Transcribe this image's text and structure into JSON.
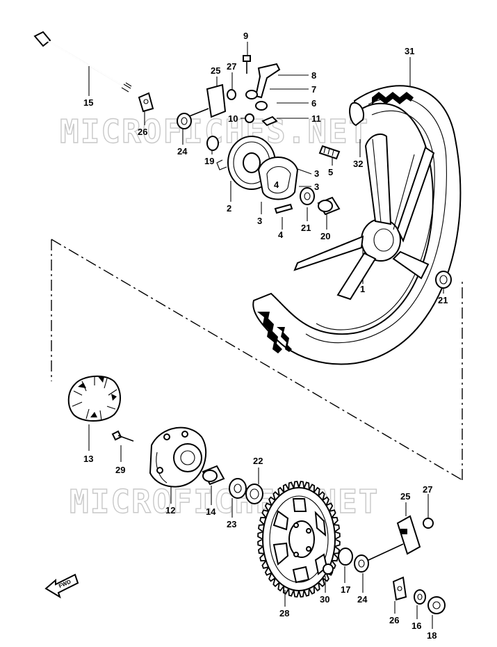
{
  "watermark": "MICROFICHES.NET",
  "direction_label": "FWD",
  "callouts": [
    {
      "id": "c9",
      "text": "9"
    },
    {
      "id": "c27a",
      "text": "27"
    },
    {
      "id": "c25a",
      "text": "25"
    },
    {
      "id": "c8",
      "text": "8"
    },
    {
      "id": "c7",
      "text": "7"
    },
    {
      "id": "c6",
      "text": "6"
    },
    {
      "id": "c10",
      "text": "10"
    },
    {
      "id": "c11",
      "text": "11"
    },
    {
      "id": "c15",
      "text": "15"
    },
    {
      "id": "c26a",
      "text": "26"
    },
    {
      "id": "c24a",
      "text": "24"
    },
    {
      "id": "c19",
      "text": "19"
    },
    {
      "id": "c3a",
      "text": "3"
    },
    {
      "id": "c3b",
      "text": "3"
    },
    {
      "id": "c5",
      "text": "5"
    },
    {
      "id": "c2",
      "text": "2"
    },
    {
      "id": "c3c",
      "text": "3"
    },
    {
      "id": "c4",
      "text": "4"
    },
    {
      "id": "c21a",
      "text": "21"
    },
    {
      "id": "c20",
      "text": "20"
    },
    {
      "id": "c31",
      "text": "31"
    },
    {
      "id": "c32",
      "text": "32"
    },
    {
      "id": "c1",
      "text": "1"
    },
    {
      "id": "c21b",
      "text": "21"
    },
    {
      "id": "c13",
      "text": "13"
    },
    {
      "id": "c29",
      "text": "29"
    },
    {
      "id": "c12",
      "text": "12"
    },
    {
      "id": "c14",
      "text": "14"
    },
    {
      "id": "c22",
      "text": "22"
    },
    {
      "id": "c23",
      "text": "23"
    },
    {
      "id": "c25b",
      "text": "25"
    },
    {
      "id": "c27b",
      "text": "27"
    },
    {
      "id": "c28",
      "text": "28"
    },
    {
      "id": "c30",
      "text": "30"
    },
    {
      "id": "c17",
      "text": "17"
    },
    {
      "id": "c24b",
      "text": "24"
    },
    {
      "id": "c26b",
      "text": "26"
    },
    {
      "id": "c16",
      "text": "16"
    },
    {
      "id": "c18",
      "text": "18"
    }
  ]
}
